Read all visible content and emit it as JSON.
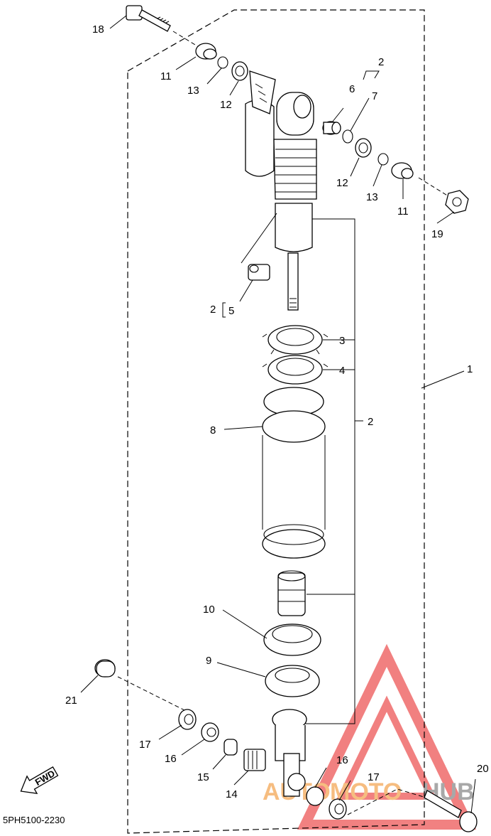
{
  "diagram": {
    "part_code": "5PH5100-2230",
    "fwd_label": "FWD",
    "watermark": {
      "part1": "AUTO",
      "part2": "MOTO",
      "part3": "HUB",
      "color_red": "#ef6b6b",
      "color_orange": "#f5b26b",
      "color_gray": "#9a9a9a"
    },
    "callouts": {
      "c1": "1",
      "c2a": "2",
      "c2b": "2",
      "c2c": "2",
      "c3": "3",
      "c4": "4",
      "c5": "5",
      "c6": "6",
      "c7": "7",
      "c8": "8",
      "c9": "9",
      "c10": "10",
      "c11a": "11",
      "c11b": "11",
      "c12a": "12",
      "c12b": "12",
      "c13a": "13",
      "c13b": "13",
      "c14": "14",
      "c15": "15",
      "c16a": "16",
      "c16b": "16",
      "c17a": "17",
      "c17b": "17",
      "c18": "18",
      "c19": "19",
      "c20": "20",
      "c21": "21"
    }
  }
}
